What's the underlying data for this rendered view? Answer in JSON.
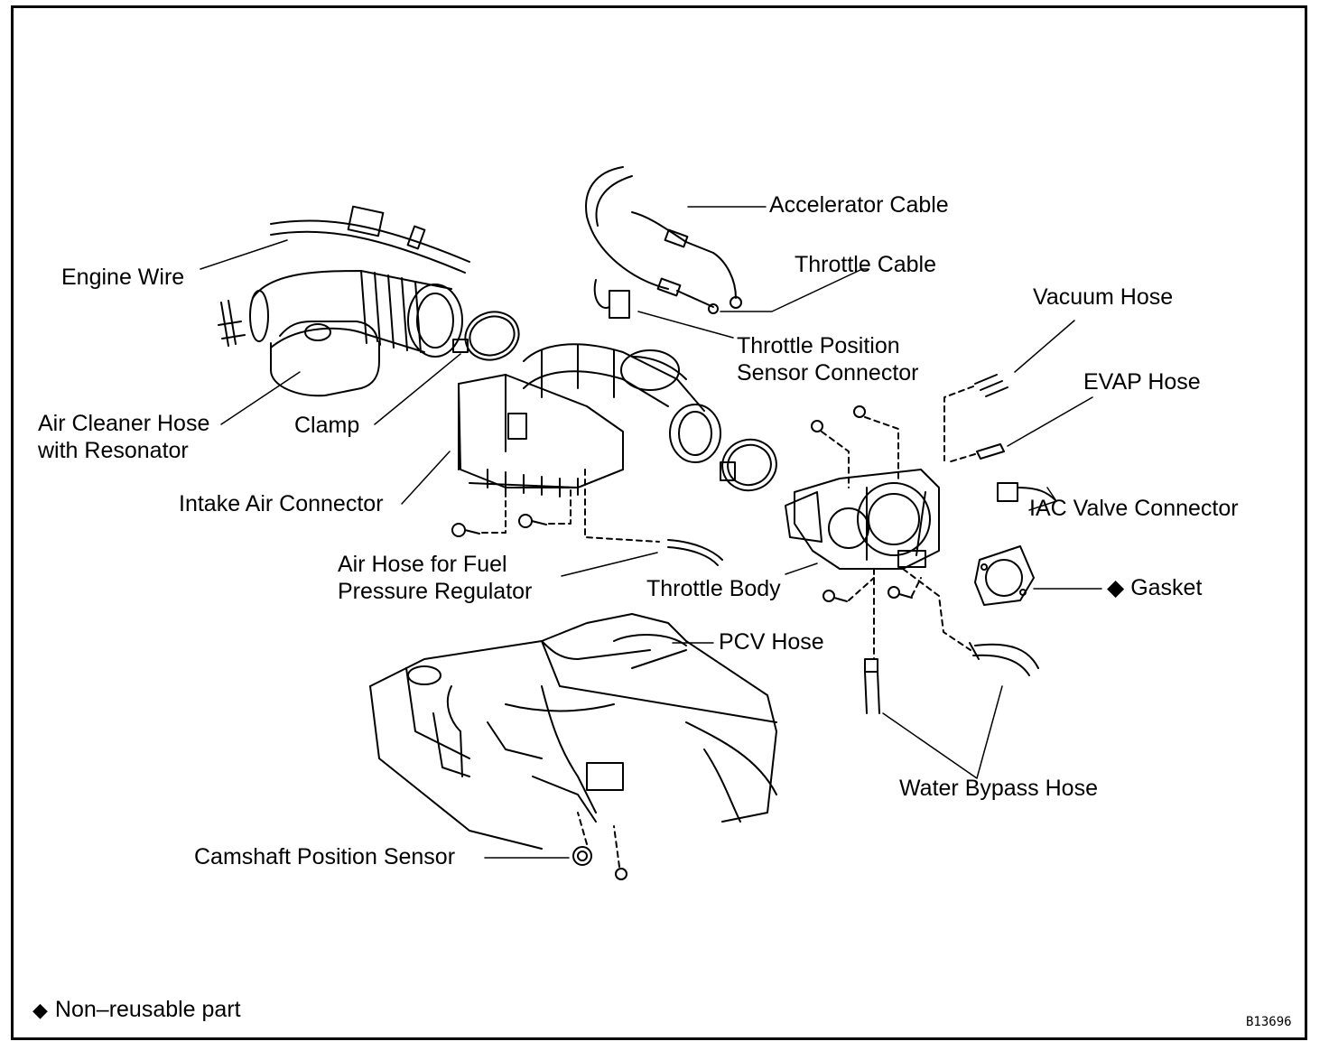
{
  "labels": {
    "accelerator_cable": "Accelerator Cable",
    "throttle_cable": "Throttle Cable",
    "vacuum_hose": "Vacuum Hose",
    "engine_wire": "Engine Wire",
    "tps_connector_line1": "Throttle Position",
    "tps_connector_line2": "Sensor Connector",
    "evap_hose": "EVAP Hose",
    "air_cleaner_line1": "Air Cleaner Hose",
    "air_cleaner_line2": "with Resonator",
    "clamp": "Clamp",
    "iac_valve_connector": "IAC Valve Connector",
    "intake_air_connector": "Intake Air Connector",
    "air_hose_line1": "Air Hose for Fuel",
    "air_hose_line2": "Pressure Regulator",
    "throttle_body": "Throttle Body",
    "gasket": "Gasket",
    "pcv_hose": "PCV Hose",
    "water_bypass_hose": "Water Bypass Hose",
    "camshaft_position_sensor": "Camshaft Position Sensor"
  },
  "legend": {
    "symbol": "◆",
    "text": "Non–reusable part"
  },
  "figure_code": "B13696",
  "colors": {
    "ink": "#000000",
    "paper": "#ffffff"
  }
}
